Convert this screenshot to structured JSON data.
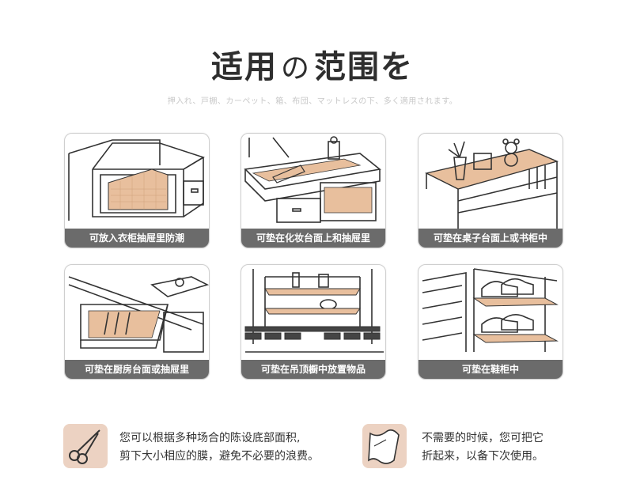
{
  "header": {
    "title_part1": "适用",
    "title_no": "の",
    "title_part2": "范围を",
    "subtitle": "押入れ、戸棚、カーペット、箱、布団、マットレスの下、多く適用されます。"
  },
  "cards": [
    {
      "caption": "可放入衣柜抽屉里防潮",
      "icon": "drawer-icon"
    },
    {
      "caption": "可垫在化妆台面上和抽屉里",
      "icon": "vanity-table-icon"
    },
    {
      "caption": "可垫在桌子台面上或书柜中",
      "icon": "bookshelf-icon"
    },
    {
      "caption": "可垫在厨房台面或抽屉里",
      "icon": "kitchen-drawer-icon"
    },
    {
      "caption": "可垫在吊顶橱中放置物品",
      "icon": "wall-cabinet-icon"
    },
    {
      "caption": "可垫在鞋柜中",
      "icon": "shoe-cabinet-icon"
    }
  ],
  "tips": [
    {
      "icon": "scissors-icon",
      "line1": "您可以根据多种场合的陈设底部面积,",
      "line2": "剪下大小相应的膜，避免不必要的浪费。"
    },
    {
      "icon": "folded-sheet-icon",
      "line1": "不需要的时候，您可把它",
      "line2": "折起来，以备下次使用。"
    }
  ],
  "colors": {
    "caption_bg": "#6b6b6b",
    "mat": "#e8bf9d",
    "icon_bg": "#ecd2c2"
  }
}
